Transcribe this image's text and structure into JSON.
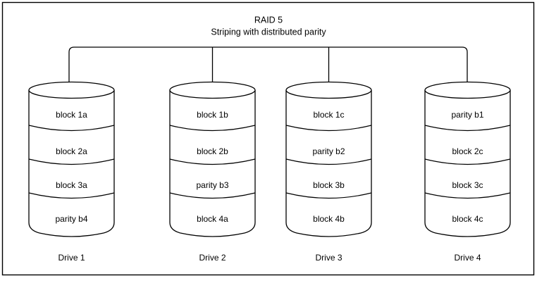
{
  "diagram": {
    "title": "RAID 5",
    "subtitle": "Striping with distributed parity",
    "colors": {
      "stroke": "#000000",
      "background": "#ffffff"
    },
    "bus": {
      "name": "raid-controller-bus"
    },
    "drives": [
      {
        "label": "Drive 1",
        "blocks": [
          "block 1a",
          "block 2a",
          "block 3a",
          "parity b4"
        ]
      },
      {
        "label": "Drive 2",
        "blocks": [
          "block 1b",
          "block 2b",
          "parity b3",
          "block 4a"
        ]
      },
      {
        "label": "Drive 3",
        "blocks": [
          "block 1c",
          "parity b2",
          "block 3b",
          "block 4b"
        ]
      },
      {
        "label": "Drive 4",
        "blocks": [
          "parity b1",
          "block 2c",
          "block 3c",
          "block 4c"
        ]
      }
    ]
  }
}
